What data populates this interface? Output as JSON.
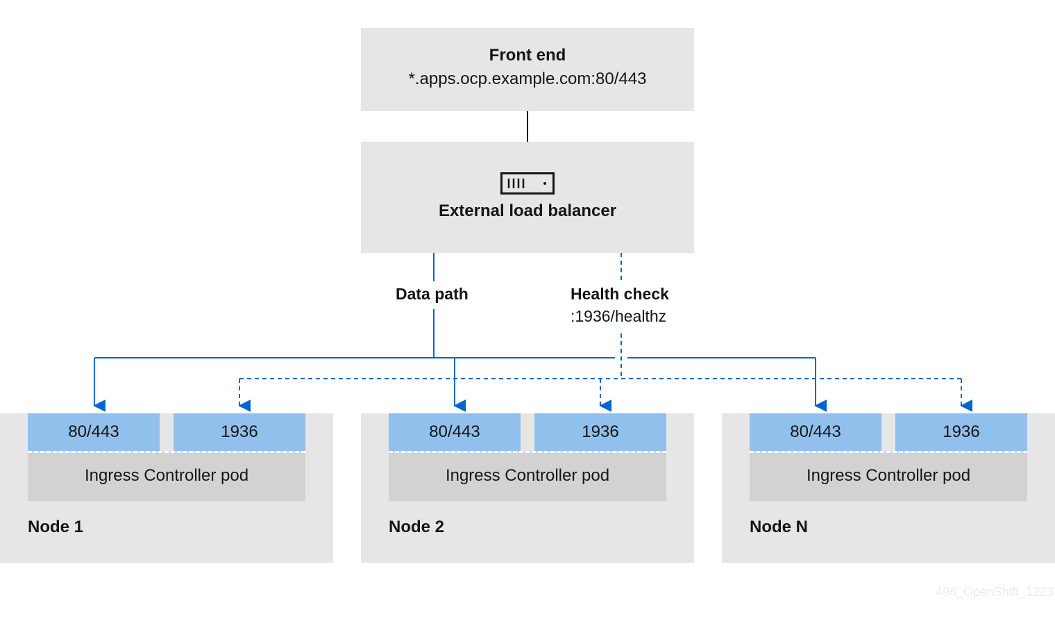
{
  "front_end": {
    "title": "Front end",
    "address": "*.apps.ocp.example.com:80/443"
  },
  "load_balancer": {
    "title": "External load balancer",
    "icon": "server-rack-icon"
  },
  "paths": {
    "data_path": "Data path",
    "health_check": "Health check",
    "health_endpoint": ":1936/healthz"
  },
  "nodes": [
    {
      "label": "Node 1",
      "port_http": "80/443",
      "port_health": "1936",
      "pod": "Ingress Controller pod"
    },
    {
      "label": "Node 2",
      "port_http": "80/443",
      "port_health": "1936",
      "pod": "Ingress Controller pod"
    },
    {
      "label": "Node N",
      "port_http": "80/443",
      "port_health": "1936",
      "pod": "Ingress Controller pod"
    }
  ],
  "colors": {
    "box": "#e6e6e6",
    "port": "#92c0ec",
    "pod": "#d2d2d2",
    "line": "#0066cc"
  },
  "watermark": "496_OpenShift_1223"
}
